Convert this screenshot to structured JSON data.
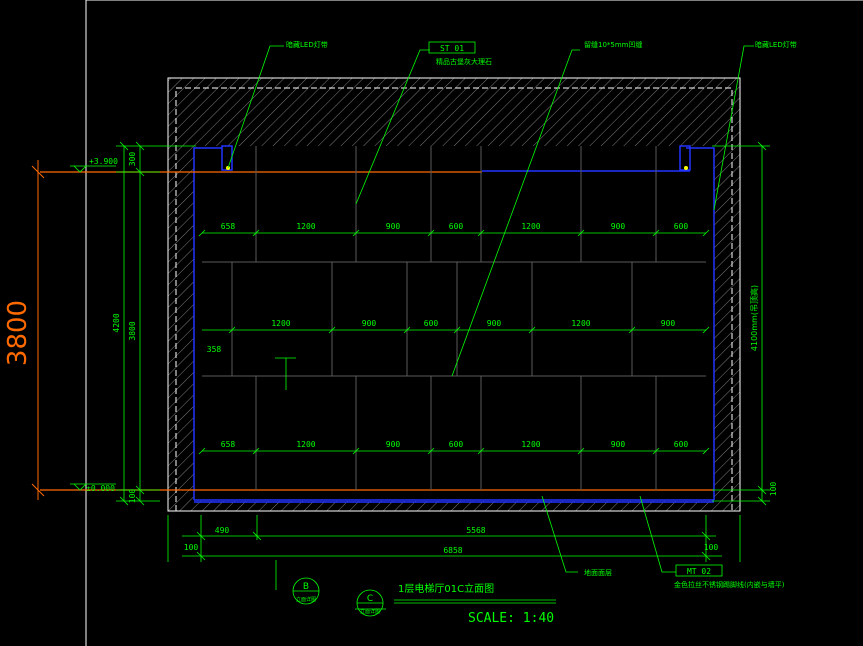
{
  "colors": {
    "background": "#000000",
    "outline": "#ffffff",
    "dimension": "#00ff00",
    "panel": "#5a5a5a",
    "ceiling": "#ff6a00",
    "frame": "#2233ff",
    "led": "#ffff00",
    "hatch": "#b0b0b0"
  },
  "callouts": {
    "led_left": "暗藏LED灯带",
    "stone_tag": "ST 01",
    "stone_note": "精品古堡灰大理石",
    "groove_note": "留缝10*5mm凹缝",
    "led_right": "暗藏LED灯带",
    "floor_note": "地面面层",
    "metal_tag": "MT 02",
    "metal_note": "金色拉丝不锈钢踢脚线(内嵌与墙平)"
  },
  "levels": {
    "top": "+3.900",
    "bottom": "±0.000"
  },
  "big_height": "3800",
  "left_dims": {
    "d300": "300",
    "d4200": "4200",
    "d3800": "3800",
    "d100": "100",
    "d358": "358"
  },
  "right_dims": {
    "height_note": "4100mm(吊顶高)",
    "d100": "100"
  },
  "row_top_dims": [
    "658",
    "1200",
    "900",
    "600",
    "1200",
    "900",
    "600"
  ],
  "row_mid_dims": [
    "1200",
    "900",
    "600",
    "900",
    "1200",
    "900"
  ],
  "row_bot_dims": [
    "658",
    "1200",
    "900",
    "600",
    "1200",
    "900",
    "600"
  ],
  "bottom_dims": {
    "d490": "490",
    "d5568": "5568",
    "d6858": "6858",
    "d100_left": "100",
    "d100_right": "100"
  },
  "markers": {
    "b_letter": "B",
    "b_sub": "立面详图",
    "c_letter": "C",
    "c_sub": "立面详图"
  },
  "drawing_title": "1层电梯厅01C立面图",
  "scale": "SCALE: 1:40"
}
